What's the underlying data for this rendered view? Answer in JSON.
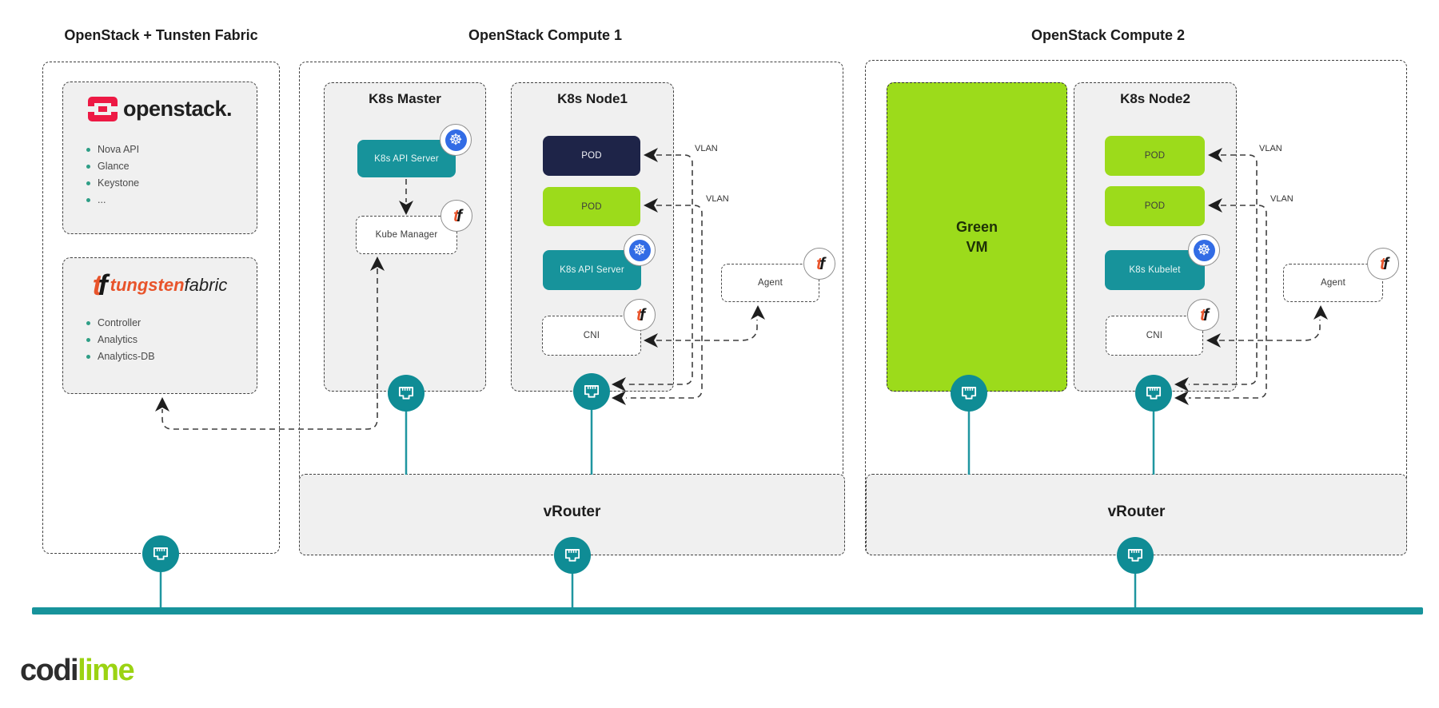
{
  "headers": {
    "left": "OpenStack + Tunsten Fabric",
    "compute1": "OpenStack Compute 1",
    "compute2": "OpenStack Compute 2"
  },
  "openstack_box": {
    "brand": "openstack.",
    "items": [
      "Nova API",
      "Glance",
      "Keystone",
      "..."
    ]
  },
  "tungsten_box": {
    "brand_accent": "tungsten",
    "brand_rest": "fabric",
    "items": [
      "Controller",
      "Analytics",
      "Analytics-DB"
    ]
  },
  "k8s_master": {
    "title": "K8s Master",
    "api_server": "K8s API Server",
    "kube_manager": "Kube Manager"
  },
  "k8s_node1": {
    "title": "K8s Node1",
    "pod_dark": "POD",
    "pod_green": "POD",
    "api_server": "K8s API Server",
    "cni": "CNI"
  },
  "k8s_node2": {
    "title": "K8s Node2",
    "pod_top": "POD",
    "pod_bottom": "POD",
    "kubelet": "K8s Kubelet",
    "cni": "CNI"
  },
  "agents": {
    "left": "Agent",
    "right": "Agent"
  },
  "green_vm": {
    "line1": "Green",
    "line2": "VM"
  },
  "vrouters": {
    "left": "vRouter",
    "right": "vRouter"
  },
  "vlan_labels": {
    "n1_top": "VLAN",
    "n1_bottom": "VLAN",
    "n2_top": "VLAN",
    "n2_bottom": "VLAN"
  },
  "icons": {
    "kubernetes_glyph": "☸",
    "tf_t": "t",
    "tf_f": "f"
  },
  "colors": {
    "teal": "#17939B",
    "nic_teal": "#0F8C95",
    "line_teal": "#1F96A0",
    "green": "#9CDB1B",
    "navy": "#1E2448",
    "k8s_blue": "#326CE5",
    "openstack_red": "#ED1944",
    "tf_orange": "#E8542B",
    "lime_logo": "#9BD313"
  },
  "footer": {
    "brand_dark": "codi",
    "brand_lime": "lime"
  }
}
